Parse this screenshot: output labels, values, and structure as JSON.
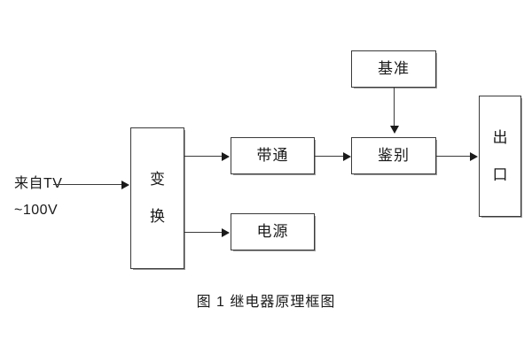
{
  "figure": {
    "caption": "图 1  继电器原理框图",
    "line_color": "#3a3a3a",
    "text_color": "#1a1a1a",
    "background": "#ffffff"
  },
  "input": {
    "line1": "来自TV",
    "line2": "~100V"
  },
  "blocks": {
    "transform": {
      "label": "变\n换",
      "name": "变换"
    },
    "bandpass": {
      "label": "带通"
    },
    "power": {
      "label": "电源"
    },
    "reference": {
      "label": "基准"
    },
    "discriminate": {
      "label": "鉴别"
    },
    "output": {
      "label": "出\n口",
      "name": "出口"
    }
  },
  "connections": [
    {
      "from": "来自TV ~100V",
      "to": "变换",
      "direction": "right"
    },
    {
      "from": "变换",
      "to": "带通",
      "direction": "right"
    },
    {
      "from": "变换",
      "to": "电源",
      "direction": "right"
    },
    {
      "from": "带通",
      "to": "鉴别",
      "direction": "right"
    },
    {
      "from": "基准",
      "to": "鉴别",
      "direction": "down"
    },
    {
      "from": "鉴别",
      "to": "出口",
      "direction": "right"
    }
  ]
}
